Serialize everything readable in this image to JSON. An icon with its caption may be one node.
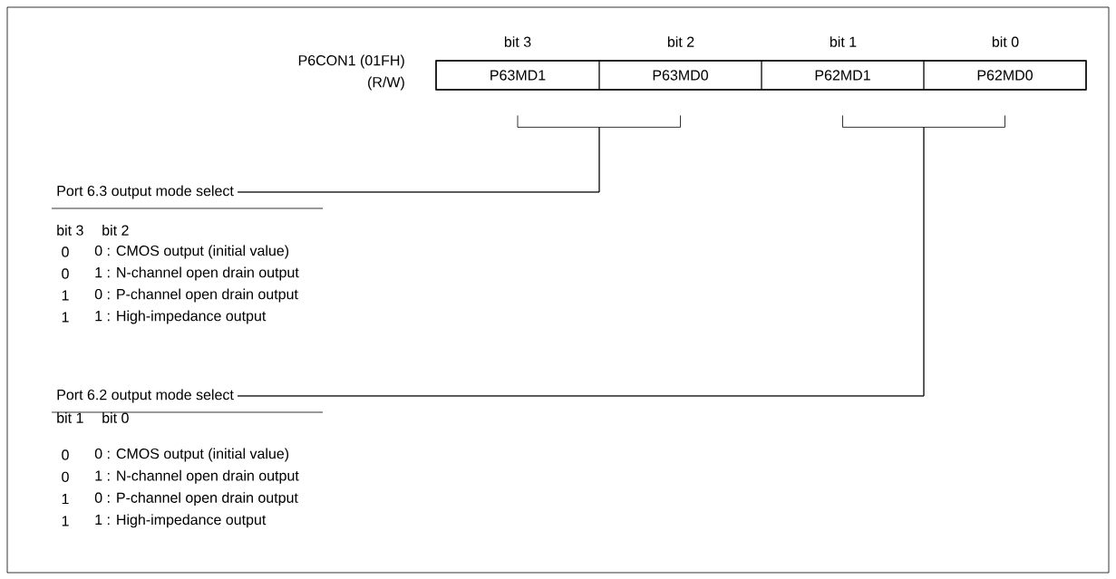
{
  "diagram": {
    "nodes": [
      {
        "text": [
          "P63MD1"
        ]
      },
      {
        "text": [
          "P63MD0"
        ]
      },
      {
        "text": [
          "P62MD1"
        ]
      },
      {
        "text": [
          "P62MD0"
        ]
      },
      {
        "text": [
          "Port 6.3 output mode select"
        ]
      },
      {
        "text": [
          "Port 6.2 output mode select"
        ]
      }
    ],
    "edges": [
      {
        "from": 0,
        "to": 4,
        "arrow": "none"
      },
      {
        "from": 1,
        "to": 4,
        "arrow": "none"
      },
      {
        "from": 2,
        "to": 5,
        "arrow": "none"
      },
      {
        "from": 3,
        "to": 5,
        "arrow": "none"
      }
    ],
    "labels": [
      "bit 3",
      "bit 2",
      "bit 1",
      "bit 0",
      "P6CON1 (01FH)",
      "(R/W)",
      "bit 3",
      "bit 2",
      "0",
      "0 : CMOS output (initial value)",
      "0",
      "1 : N-channel open drain output",
      "1",
      "0 : P-channel open drain output",
      "1",
      "1 : High-impedance output",
      "bit 1",
      "bit 0",
      "0",
      "0 : CMOS output (initial value)",
      "0",
      "1 : N-channel open drain output",
      "1",
      "0 : P-channel open drain output",
      "1",
      "1 : High-impedance output"
    ]
  }
}
